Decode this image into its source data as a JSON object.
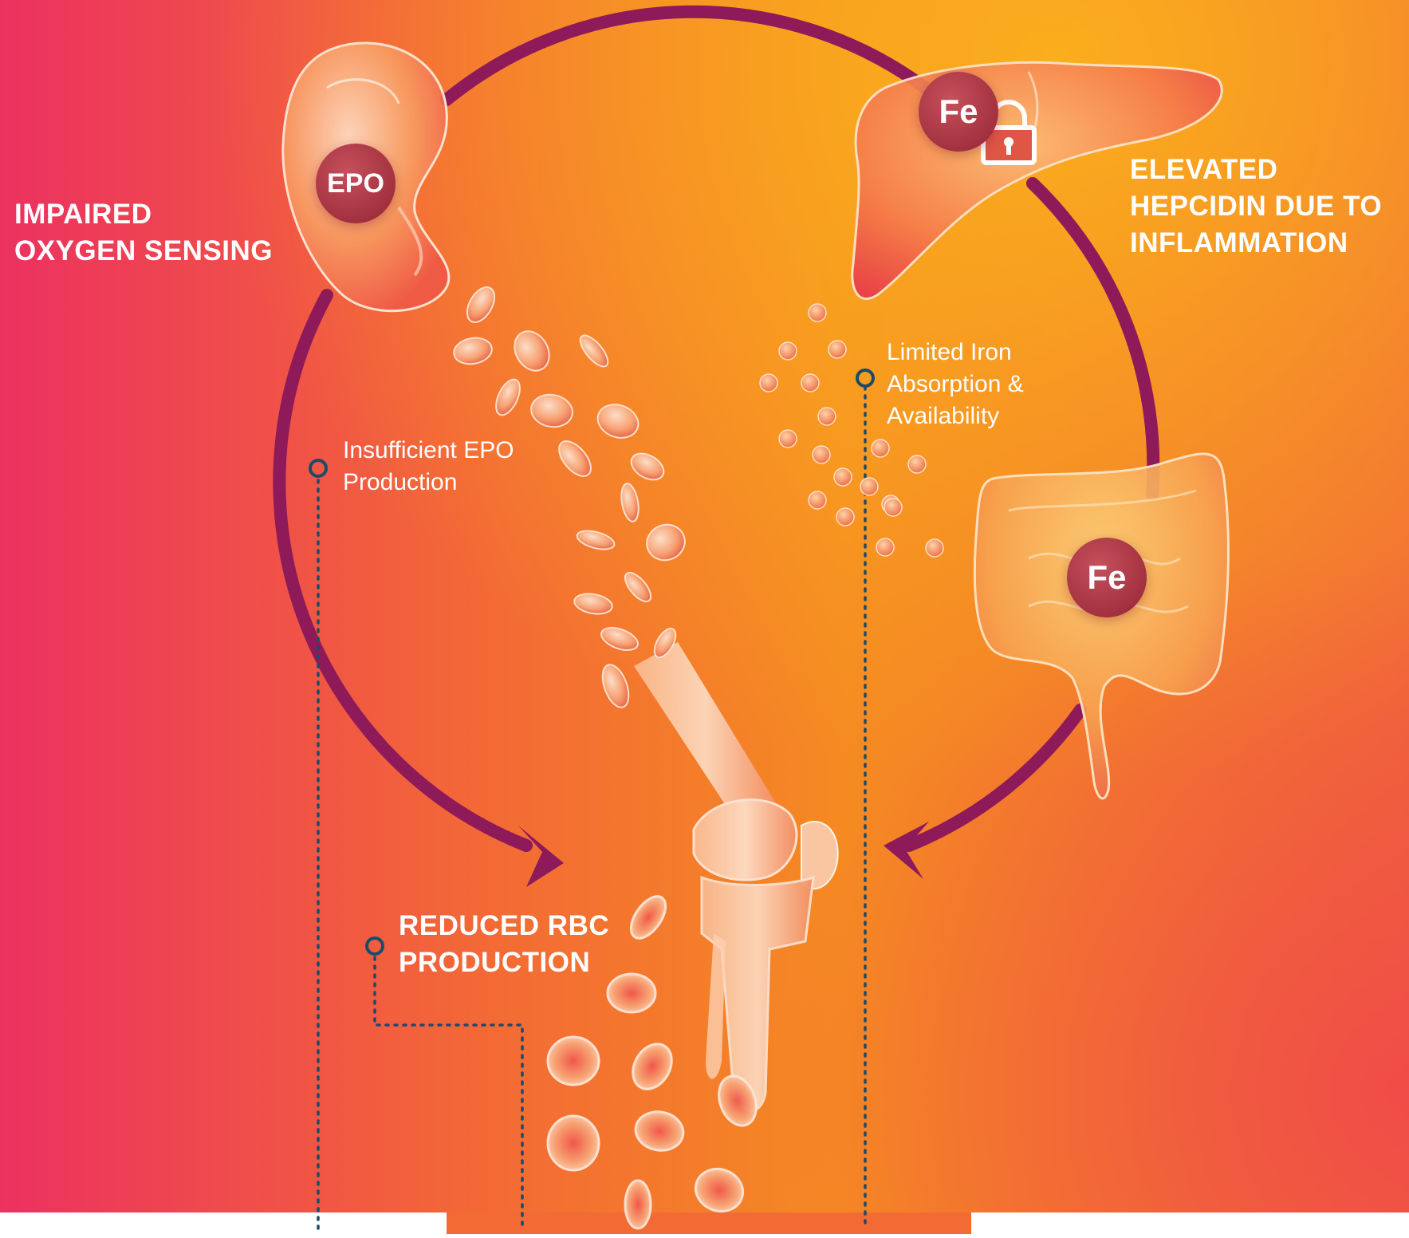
{
  "headings": {
    "kidney": [
      "IMPAIRED",
      "OXYGEN SENSING"
    ],
    "liver": [
      "ELEVATED",
      "HEPCIDIN DUE TO",
      "INFLAMMATION"
    ],
    "bone": [
      "REDUCED RBC",
      "PRODUCTION"
    ]
  },
  "captions": {
    "epo": [
      "Insufficient EPO",
      "Production"
    ],
    "iron": [
      "Limited Iron",
      "Absorption &",
      "Availability"
    ]
  },
  "badges": {
    "kidney": "EPO",
    "liver": "Fe",
    "intestine": "Fe"
  },
  "icons": [
    "kidney-icon",
    "liver-icon",
    "intestine-icon",
    "bone-icon",
    "lock-icon",
    "red-blood-cell-icon",
    "iron-particle-icon",
    "epo-molecule-icon"
  ],
  "colors": {
    "cycle_arrow": "#8e1a5a",
    "leader_line": "#1d4a68",
    "gradient_left": "#ec3560",
    "gradient_center": "#f58a22",
    "gradient_right_top": "#f9a91c"
  }
}
